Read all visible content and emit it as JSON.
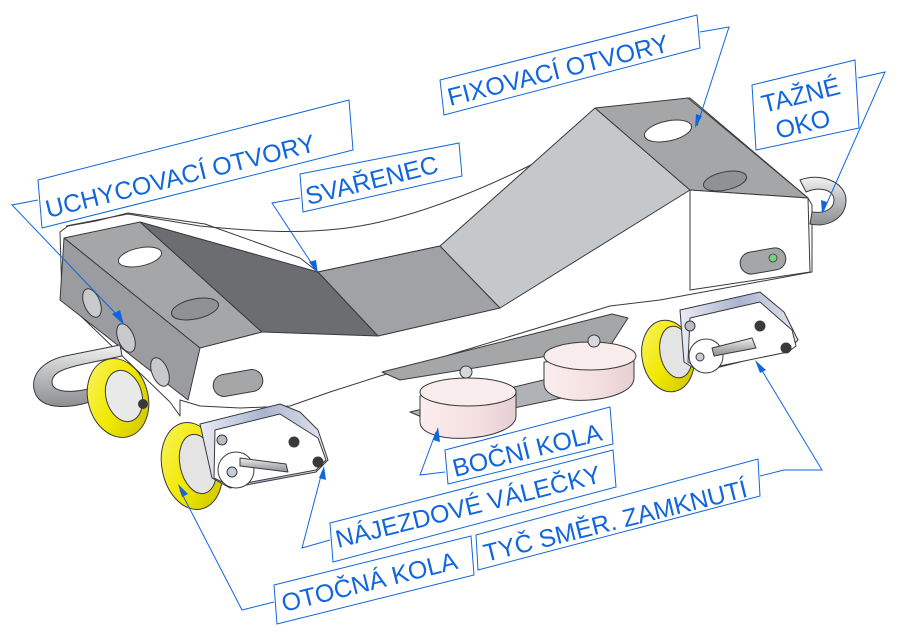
{
  "colors": {
    "label": "#1166dd",
    "steel_top": "#a4a6a8",
    "steel_dark": "#6b6d70",
    "steel_light": "#c5c8cb",
    "white_plate": "#ffffff",
    "wheel_yellow": "#f2ec00",
    "roller_pink": "#f6e4e4",
    "outline": "#3a3a3a"
  },
  "labels": {
    "uchycovaci": "UCHYCOVACÍ OTVORY",
    "svarenec": "SVAŘENEC",
    "fixovaci": "FIXOVACÍ OTVORY",
    "tazne_line1": "TAŽNÉ",
    "tazne_line2": "OKO",
    "bocni": "BOČNÍ KOLA",
    "najezdove": "NÁJEZDOVÉ VÁLEČKY",
    "otocna": "OTOČNÁ KOLA",
    "tyc": "TYČ SMĚR. ZAMKNUTÍ"
  }
}
